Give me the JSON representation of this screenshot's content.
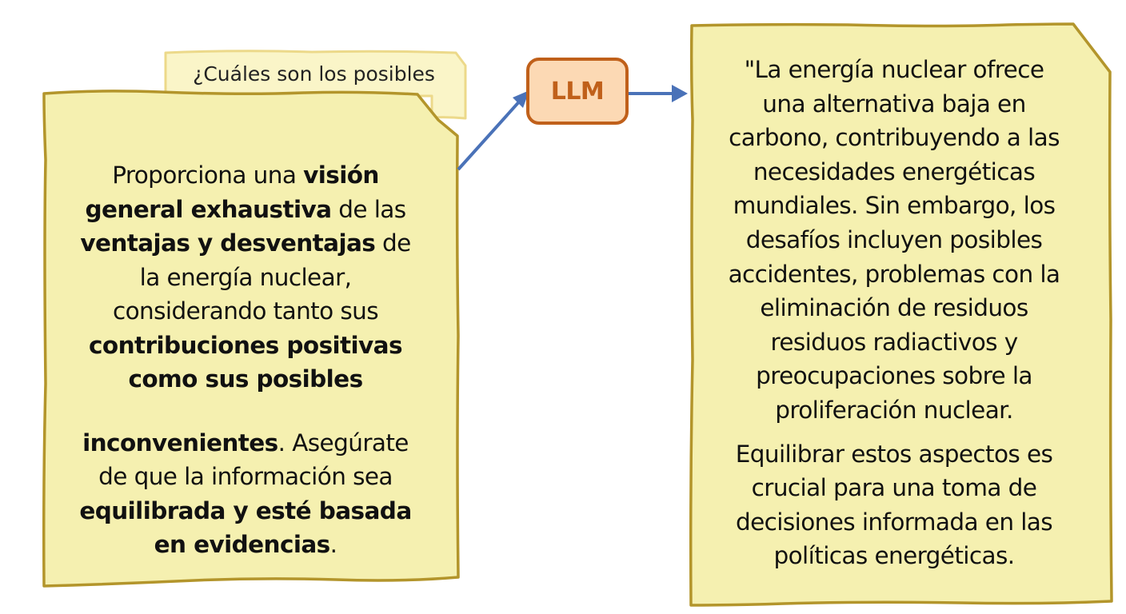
{
  "diagram": {
    "background_question": {
      "text": "¿Cuáles son los posibles"
    },
    "prompt_card": {
      "segments": [
        {
          "text": "Proporciona una ",
          "bold": false
        },
        {
          "text": "visión general exhaustiva",
          "bold": true
        },
        {
          "text": " de las ",
          "bold": false
        },
        {
          "text": "ventajas y desventajas",
          "bold": true
        },
        {
          "text": " de la energía nuclear, considerando tanto sus ",
          "bold": false
        },
        {
          "text": "contribuciones positivas como sus posibles",
          "bold": true
        },
        {
          "text": "inconvenientes",
          "bold": true
        },
        {
          "text": ". Asegúrate de que la información sea ",
          "bold": false
        },
        {
          "text": "equilibrada y esté basada en evidencias",
          "bold": true
        },
        {
          "text": ".",
          "bold": false
        }
      ],
      "lines": [
        "Proporciona una visión",
        "general exhaustiva de las",
        "ventajas y desventajas de",
        "la energía nuclear,",
        "considerando tanto sus",
        "contribuciones positivas",
        "como sus posibles",
        "inconvenientes. Asegúrate",
        "de que la información sea",
        "equilibrada y esté basada",
        "en evidencias."
      ],
      "seg": {
        "l1a": "Proporciona una ",
        "l1b": "visión",
        "l2a": "general exhaustiva",
        "l2b": " de las",
        "l3a": "ventajas y desventajas",
        "l3b": " de",
        "l4": "la energía nuclear,",
        "l5": "considerando tanto sus",
        "l6": "contribuciones positivas",
        "l7": "como sus posibles",
        "l8a": "inconvenientes",
        "l8b": ". Asegúrate",
        "l9": "de que la información sea",
        "l10": "equilibrada y esté basada",
        "l11a": "en evidencias",
        "l11b": "."
      }
    },
    "model_node": {
      "label": "LLM"
    },
    "response_card": {
      "paragraph1_lines": [
        "\"La energía nuclear ofrece",
        "una alternativa baja en",
        "carbono, contribuyendo a las",
        "necesidades energéticas",
        "mundiales. Sin embargo, los",
        "desafíos incluyen posibles",
        "accidentes, problemas con la",
        "eliminación de residuos",
        "residuos radiactivos y",
        "preocupaciones sobre la",
        "proliferación nuclear."
      ],
      "paragraph2_lines": [
        "Equilibrar estos aspectos es",
        "crucial para una toma de",
        "decisiones informada en las",
        "políticas energéticas."
      ]
    },
    "colors": {
      "note_fill": "#f5f0b0",
      "note_border": "#b3952b",
      "bg_note_fill": "#faf5c8",
      "bg_note_border": "#ecd98a",
      "llm_fill": "#fcd9b4",
      "llm_border": "#c0601a",
      "llm_text": "#c0601a",
      "arrow": "#4a72b8"
    }
  }
}
